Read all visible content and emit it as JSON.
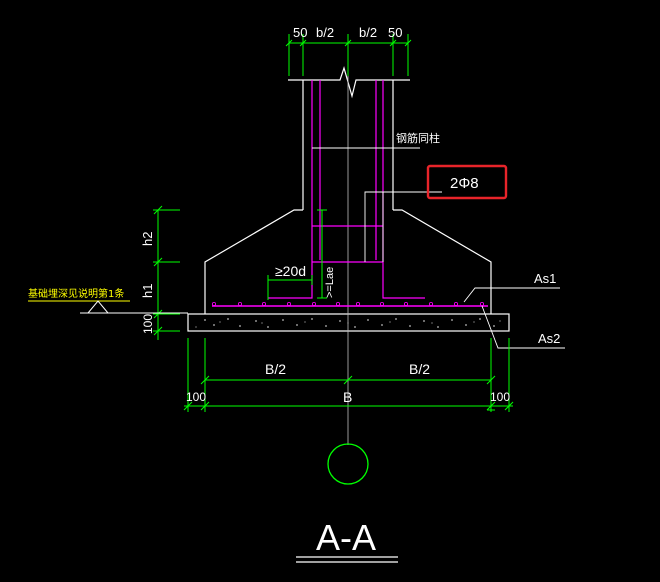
{
  "colors": {
    "background": "#000000",
    "white": "#ffffff",
    "green": "#00ff00",
    "magenta": "#ff00ff",
    "yellow": "#ffff00",
    "highlight": "#e8242a",
    "centerline": "#c0c0c0"
  },
  "labels": {
    "top_dim_left_50": "50",
    "top_dim_b_half_left": "b/2",
    "top_dim_b_half_right": "b/2",
    "top_dim_right_50": "50",
    "column_rebar_note": "钢筋同柱",
    "stirrup_note": "2Φ8",
    "h2": "h2",
    "h1": "h1",
    "cushion_100": "100",
    "anchor_20d": "≥20d",
    "lae": ">=Lae",
    "foundation_depth_note": "基础埋深见说明第1条",
    "as1": "As1",
    "as2": "As2",
    "b_half_left": "B/2",
    "b_half_right": "B/2",
    "bottom_100_left": "100",
    "b_total": "B",
    "bottom_100_right": "100",
    "axis_bubble": "",
    "section_title": "A-A"
  }
}
